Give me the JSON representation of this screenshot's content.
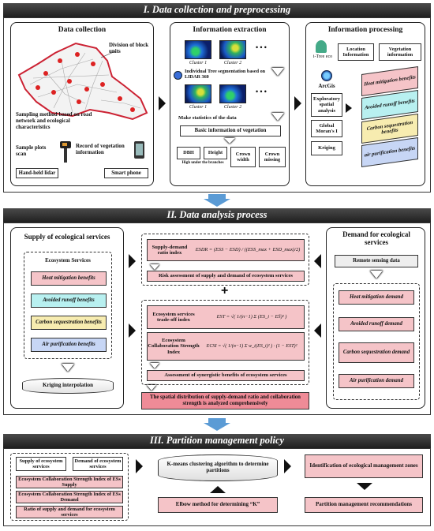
{
  "sections": {
    "s1": "I. Data collection and preprocessing",
    "s2": "II. Data analysis process",
    "s3": "III. Partition management policy"
  },
  "data_collection": {
    "title": "Data collection",
    "division": "Division of block units",
    "sampling": "Sampling method based on road network and ecological characteristics",
    "sample_plots": "Sample plots scan",
    "record": "Record of vegetation information",
    "lidar": "Hand-held lidar",
    "phone": "Smart phone"
  },
  "info_extraction": {
    "title": "Information extraction",
    "cluster1": "Cluster 1",
    "cluster2": "Cluster 2",
    "dots": "• • •",
    "segmentation": "Individual Tree segmentation based on LIDAR 360",
    "stats": "Make statistics of the data",
    "basic": "Basic information of vegetation",
    "dbh": "DBH",
    "height": "Height",
    "crown_width": "Crown width",
    "crown_missing": "Crown missing",
    "high_under": "High under the branches"
  },
  "info_processing": {
    "title": "Information processing",
    "itree": "i-Tree eco",
    "location": "Location Information",
    "vegetation": "Vegetation information",
    "arcgis": "ArcGis",
    "exploratory": "Exploratory spatial analysis",
    "morans": "Global Moran's I",
    "kriging": "Kriging",
    "layers": [
      "Heat mitigation benefits",
      "Avoided runoff benefits",
      "Carbon sequestration benefits",
      "air purification benefits"
    ]
  },
  "supply": {
    "title": "Supply of ecological services",
    "es_title": "Ecosystem Services",
    "items": [
      "Heat mitigation benefits",
      "Avoided runoff benefits",
      "Carbon sequestration benefits",
      "Air purification benefits"
    ],
    "kriging": "Kriging interpolation"
  },
  "center": {
    "esdr_label": "Supply-demand ratio index",
    "esdr_formula": "ESDR = (ESS − ESD) / ((ESS_max + ESD_max)/2)",
    "risk": "Risk assessment of supply and demand of ecosystem services",
    "plus": "+",
    "est_label": "Ecosystem services trade-off index",
    "est_formula": "EST = √( 1/(n−1) Σ (ES_i − ES̄)² )",
    "ecsi_label": "Ecosystem Collaboration Strength Index",
    "ecsi_formula": "ECSI = √( 1/(n−1) Σ w_i(ES_i)² ) · (1 − EST)²",
    "synergy": "Assessment of synergistic benefits of ecosystem services",
    "spatial": "The spatial distribution of supply-demand ratio and collaboration strength is analyzed comprehensively"
  },
  "demand": {
    "title": "Demand for ecological services",
    "remote": "Remote sensing data",
    "items": [
      "Heat mitigation demand",
      "Avoided runoff demand",
      "Carbon sequestration demand",
      "Air purification demand"
    ]
  },
  "partition": {
    "supply": "Supply of ecosystem services",
    "demand": "Demand of ecosystem services",
    "ecsi_supply": "Ecosystem Collaboration Strength Index of ESs Supply",
    "ecsi_demand": "Ecosystem Collaboration Strength Index of ESs Demand",
    "ratio": "Ratio of supply and demand for ecosystem services",
    "kmeans": "K-means clustering algorithm to determine partitions",
    "elbow": "Elbow method for determining “K”",
    "zones": "Identification of ecological management zones",
    "recommend": "Partition management recommendations"
  },
  "colors": {
    "pink": "#f5c4c8",
    "cyan": "#b8f0f0",
    "yellow": "#f7ecb0",
    "blue": "#c7d6f5",
    "banner": "#2a2a2a",
    "arrow_blue": "#5b9bd5"
  }
}
